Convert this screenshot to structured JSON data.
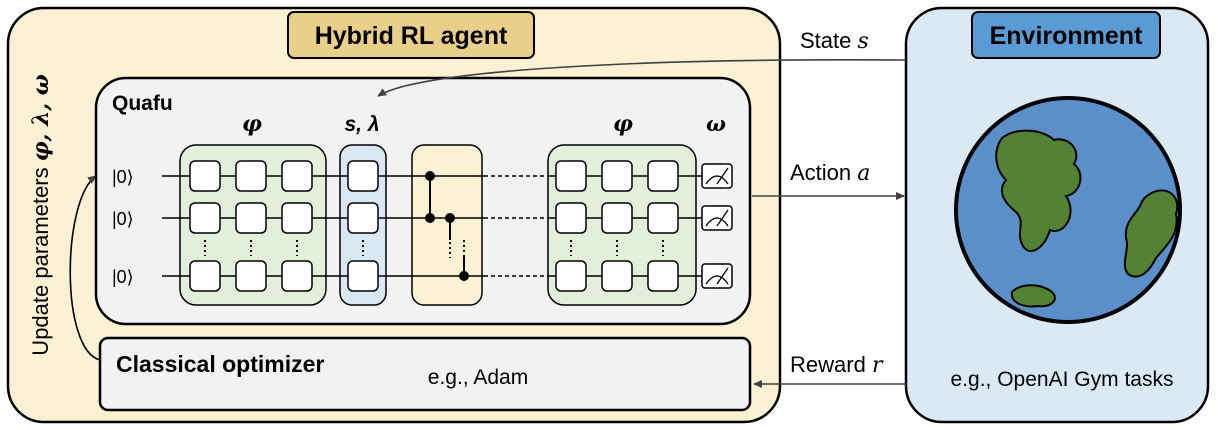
{
  "agent": {
    "title": "Hybrid RL agent",
    "update_label": "Update parameters",
    "update_params": "φ, λ, ω"
  },
  "quafu": {
    "title": "Quafu",
    "qubit_label": "|0⟩",
    "param_phi_left": "φ",
    "param_s_lambda": "s, λ",
    "param_phi_right": "φ",
    "param_omega": "ω"
  },
  "optimizer": {
    "title": "Classical optimizer",
    "example": "e.g., Adam"
  },
  "environment": {
    "title": "Environment",
    "example": "e.g., OpenAI Gym tasks"
  },
  "arrows": {
    "state_label": "State",
    "state_var": "s",
    "action_label": "Action",
    "action_var": "a",
    "reward_label": "Reward",
    "reward_var": "r"
  },
  "colors": {
    "agent_bg": "#fdf1d3",
    "agent_title_bg": "#e9cf87",
    "quafu_bg": "#f2f2f2",
    "layer_green": "#e2efda",
    "layer_blue": "#dae7f5",
    "layer_yellow": "#fdf1d3",
    "env_bg": "#dbe9f7",
    "env_title_bg": "#5b9bd5",
    "earth_ocean": "#5b8fc9",
    "earth_land": "#548235"
  }
}
